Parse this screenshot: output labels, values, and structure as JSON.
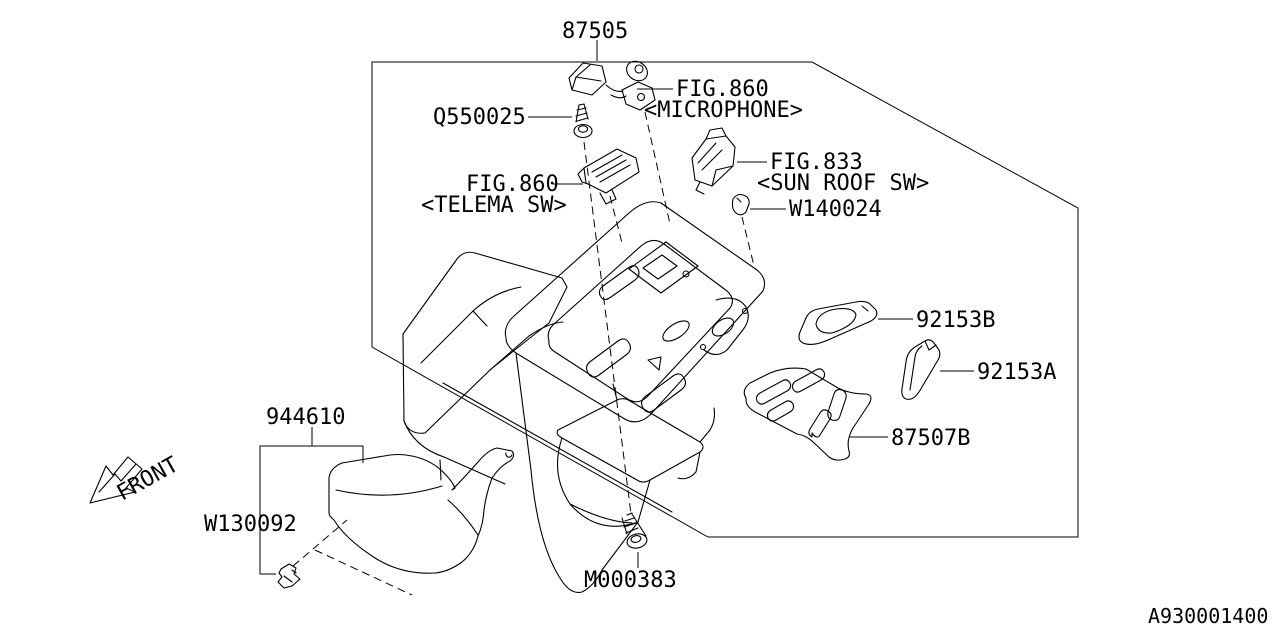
{
  "page": {
    "background_color": "#ffffff",
    "line_color": "#000000",
    "drawing_number": "A930001400",
    "orientation_label": "FRONT"
  },
  "callouts": {
    "console_assembly": {
      "label": "87505"
    },
    "screw_top": {
      "label": "Q550025"
    },
    "microphone": {
      "fig": "FIG.860",
      "caption": "<MICROPHONE>"
    },
    "telema_switch": {
      "fig": "FIG.860",
      "caption": "<TELEMA SW>"
    },
    "sunroof_switch": {
      "fig": "FIG.833",
      "caption": "<SUN ROOF SW>"
    },
    "clip_sunroof": {
      "label": "W140024"
    },
    "lens_b": {
      "label": "92153B"
    },
    "lens_a": {
      "label": "92153A"
    },
    "bracket": {
      "label": "87507B"
    },
    "console_lower": {
      "label": "944610"
    },
    "clip_lower": {
      "label": "W130092"
    },
    "screw_bottom": {
      "label": "M000383"
    }
  }
}
